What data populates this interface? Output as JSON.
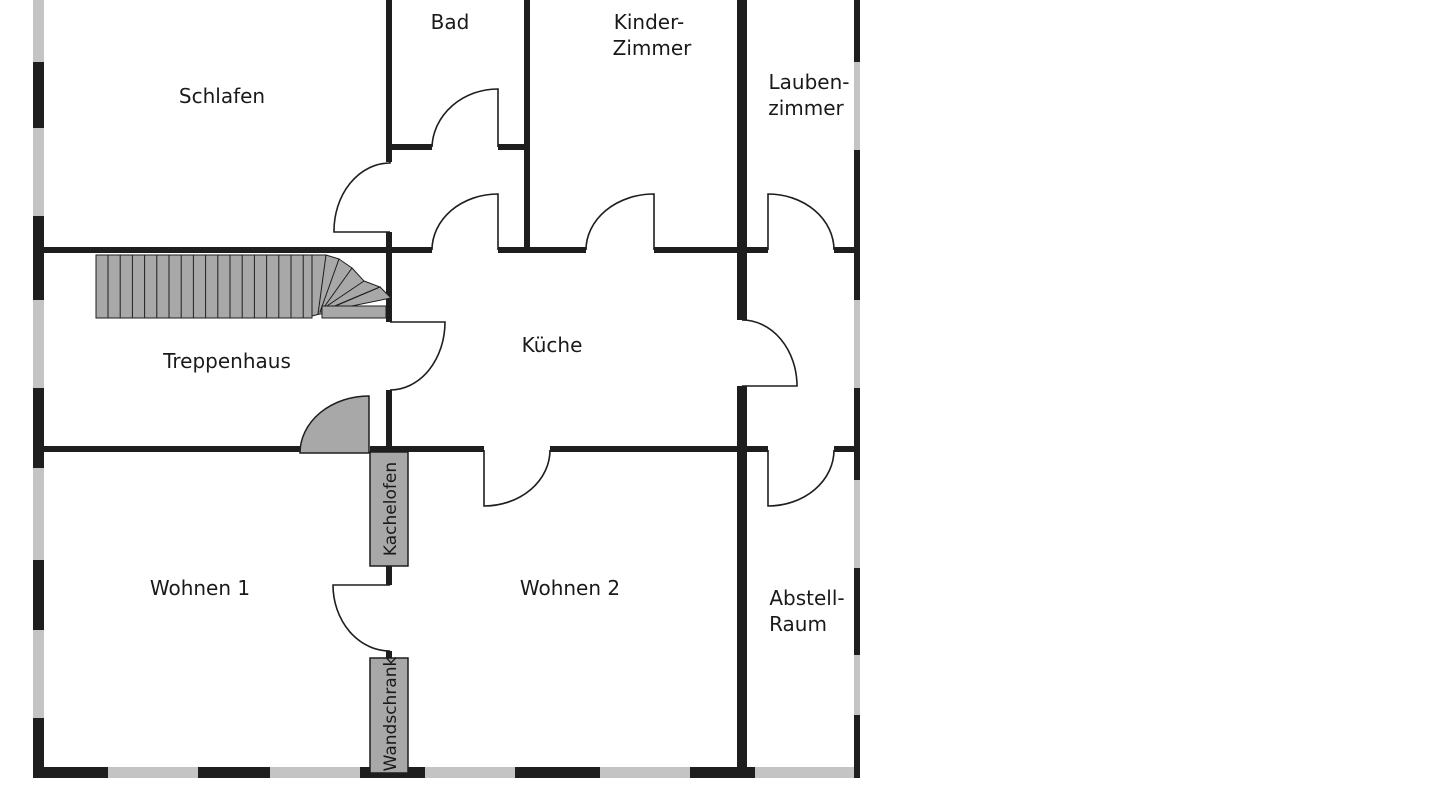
{
  "rooms": {
    "schlafen": "Schlafen",
    "bad": "Bad",
    "kinder_line1": "Kinder-",
    "kinder_line2": "Zimmer",
    "lauben_line1": "Lauben-",
    "lauben_line2": "zimmer",
    "treppenhaus": "Treppenhaus",
    "kueche": "Küche",
    "wohnen1": "Wohnen 1",
    "wohnen2": "Wohnen 2",
    "abstell_line1": "Abstell-",
    "abstell_line2": "Raum"
  },
  "fixtures": {
    "kachelofen": "Kachelofen",
    "wandschrank": "Wandschrank"
  },
  "colors": {
    "wall": "#1e1e1e",
    "window": "#c4c4c4",
    "fill": "#a8a8a8"
  }
}
